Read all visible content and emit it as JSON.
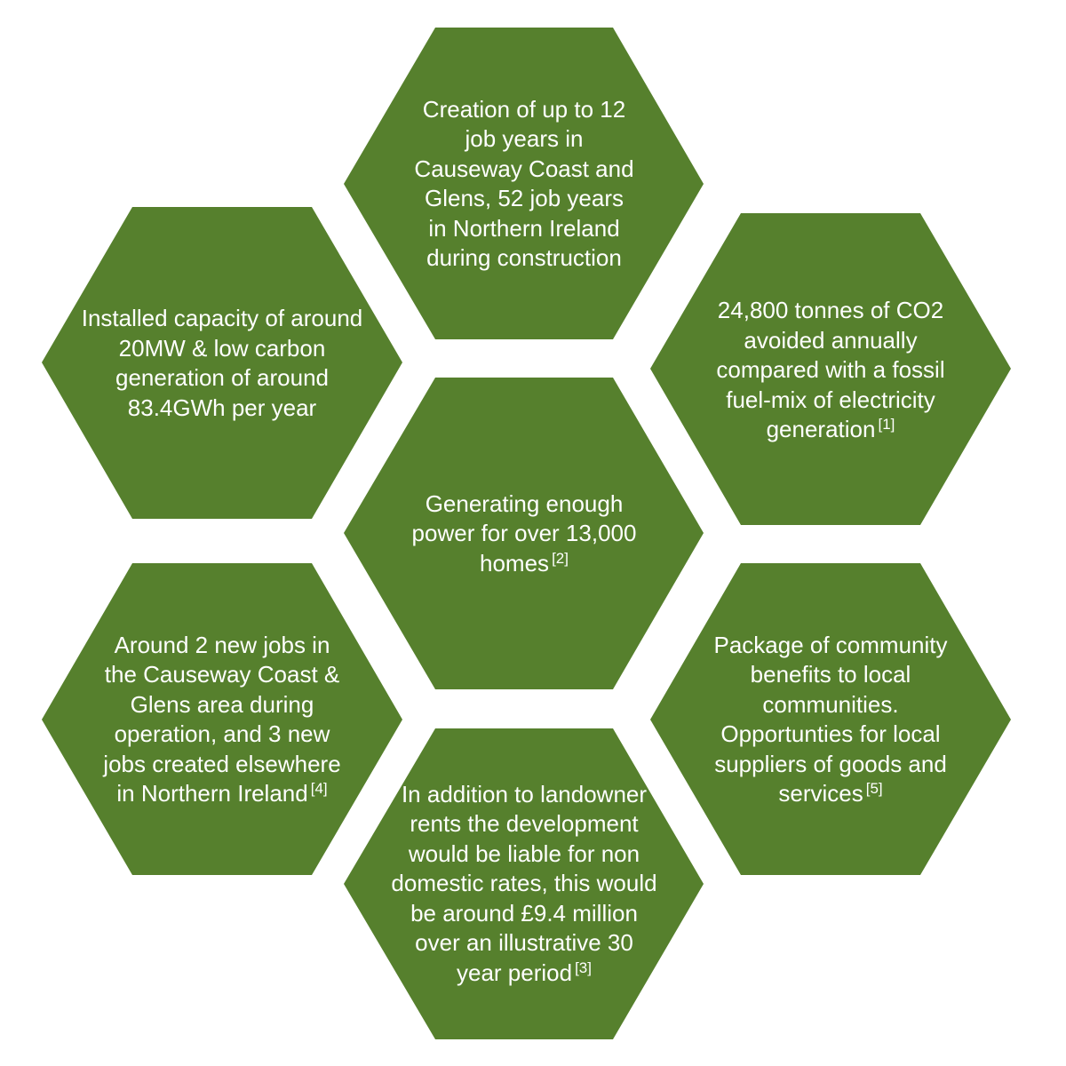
{
  "colors": {
    "hexagon_fill": "#56802d",
    "text": "#ffffff",
    "background": "#ffffff"
  },
  "hexagons": [
    {
      "id": "top",
      "text": "Creation of up to 12 job years in Causeway Coast and Glens, 52 job years in Northern Ireland during construction",
      "ref": ""
    },
    {
      "id": "upper-left",
      "text": "Installed capacity of around 20MW & low carbon generation of around 83.4GWh per year",
      "ref": ""
    },
    {
      "id": "upper-right",
      "text": "24,800 tonnes of CO2 avoided annually compared with a fossil fuel-mix of electricity generation",
      "ref": "[1]"
    },
    {
      "id": "center",
      "text": "Generating enough power for over 13,000 homes",
      "ref": "[2]"
    },
    {
      "id": "lower-left",
      "text": "Around 2 new jobs in the Causeway Coast & Glens area during operation, and 3 new jobs created elsewhere in Northern Ireland",
      "ref": "[4]"
    },
    {
      "id": "lower-right",
      "text": "Package of community benefits to local communities. Opportunties for local suppliers of goods and services",
      "ref": "[5]"
    },
    {
      "id": "bottom",
      "text": "In addition to landowner rents the development would be liable for non domestic rates, this would be around £9.4 million over an illustrative 30 year period",
      "ref": "[3]"
    }
  ]
}
